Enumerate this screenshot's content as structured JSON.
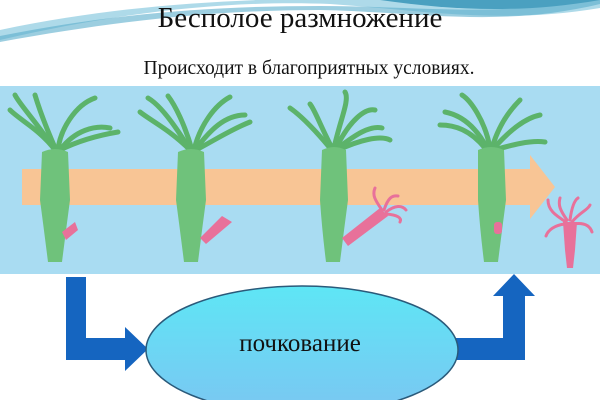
{
  "slide": {
    "title": "Бесполое размножение",
    "subtitle": "Происходит в благоприятных условиях.",
    "process_label": "почкование"
  },
  "stages": [
    {
      "index": 1,
      "description": "hydra with small bud"
    },
    {
      "index": 2,
      "description": "hydra with growing bud"
    },
    {
      "index": 3,
      "description": "hydra with bud developing tentacles"
    },
    {
      "index": 4,
      "description": "detached young hydra beside parent"
    }
  ],
  "colors": {
    "panel_background": "#a9dcf2",
    "progress_arrow": "#f8c595",
    "hydra_body": "#6fc27b",
    "bud": "#e8719a",
    "flow_arrow": "#1565c0",
    "ellipse_fill": "#5ed0f0",
    "ellipse_border": "#2a5a7a"
  }
}
